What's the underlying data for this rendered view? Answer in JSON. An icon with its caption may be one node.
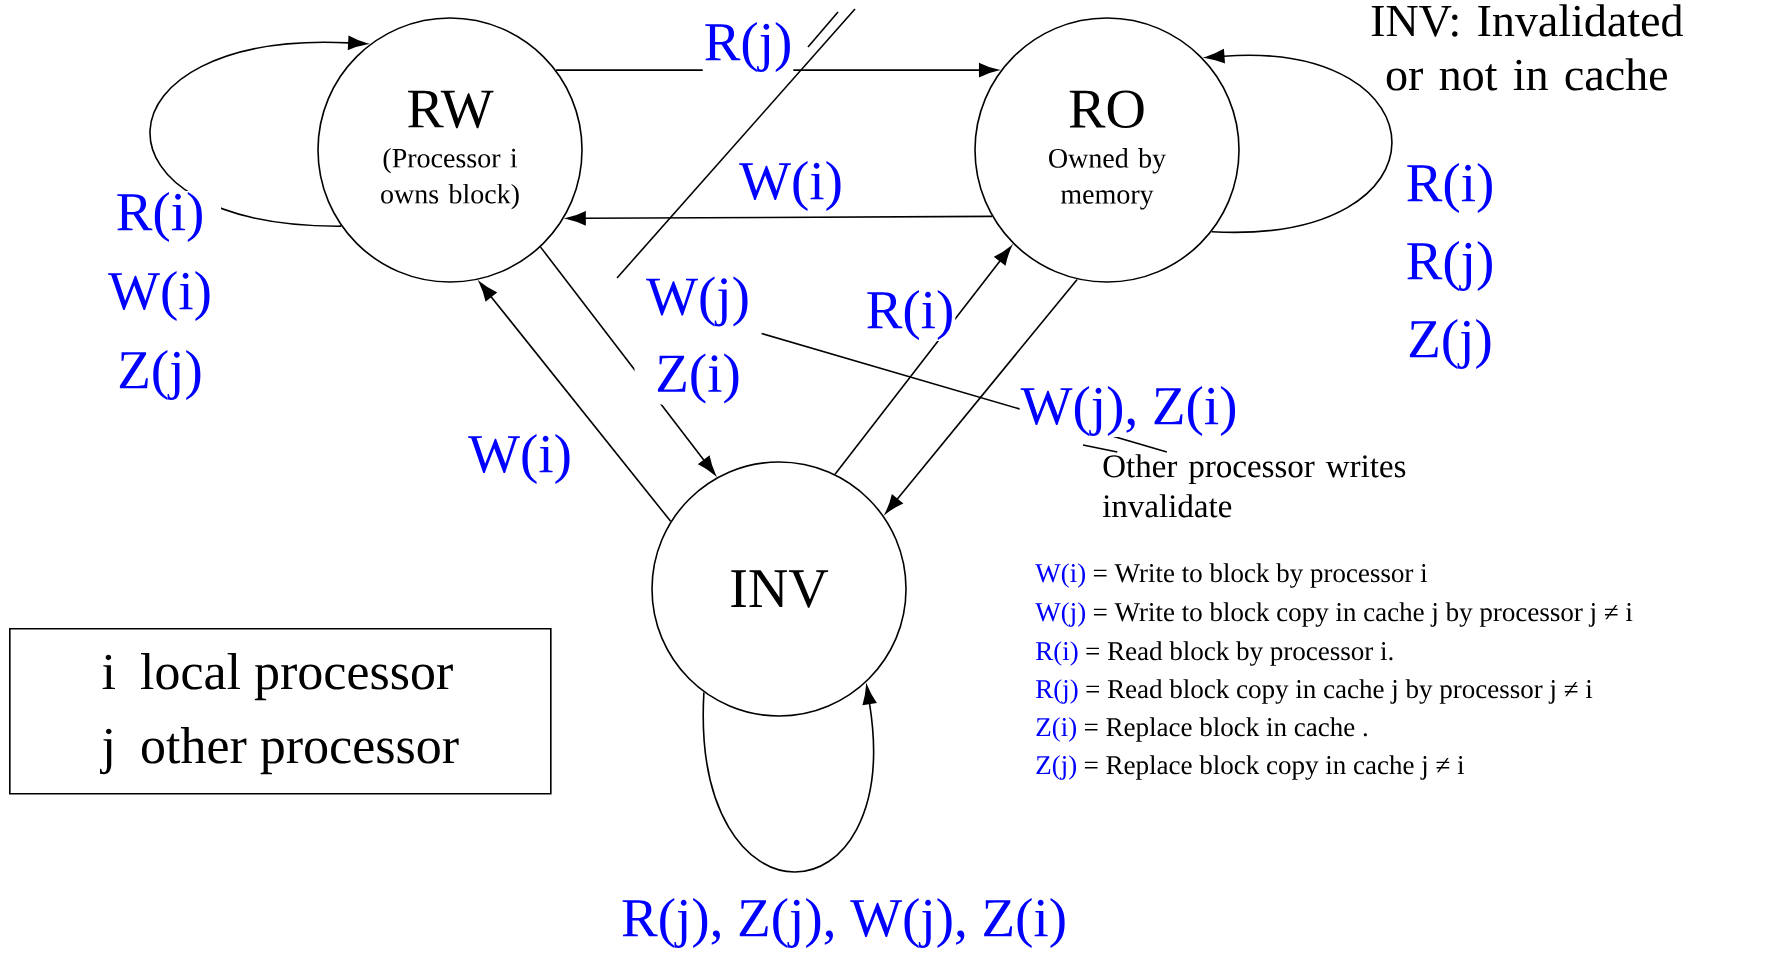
{
  "diagram": {
    "nodes": [
      {
        "text": [
          "RW",
          "(Processor i owns block)"
        ]
      },
      {
        "text": [
          "RO",
          "Owned by memory"
        ]
      },
      {
        "text": [
          "INV"
        ]
      },
      {
        "text": [
          "Other processor writes invalidate"
        ]
      },
      {
        "text": [
          "i",
          "local processor",
          "j",
          "other processor"
        ]
      }
    ],
    "edges": [
      {
        "from": 0,
        "to": 0,
        "arrow": "to",
        "label": "R(i) W(i) Z(j)"
      },
      {
        "from": 0,
        "to": 1,
        "arrow": "to",
        "label": "R(j)"
      },
      {
        "from": 1,
        "to": 0,
        "arrow": "to",
        "label": "W(i)"
      },
      {
        "from": 0,
        "to": 2,
        "arrow": "to",
        "label": "W(j) Z(i)"
      },
      {
        "from": 2,
        "to": 0,
        "arrow": "to",
        "label": "W(i)"
      },
      {
        "from": 2,
        "to": 1,
        "arrow": "to",
        "label": "R(i)"
      },
      {
        "from": 1,
        "to": 2,
        "arrow": "to",
        "label": "W(j), Z(i)"
      },
      {
        "from": 1,
        "to": 1,
        "arrow": "to",
        "label": "R(i) R(j) Z(j)"
      },
      {
        "from": 2,
        "to": 2,
        "arrow": "to",
        "label": "R(j), Z(j), W(j), Z(i)"
      },
      {
        "from": 3,
        "to": null,
        "arrow": "none"
      },
      {
        "from": 3,
        "to": null,
        "arrow": "none"
      }
    ],
    "labels": [
      "INV: Invalidated or not in cache",
      "W(i)",
      "= Write to block by processor i",
      "W(j)",
      "= Write to block copy in cache j by processor j ≠ i",
      "R(i)",
      "= Read block by processor i.",
      "R(j)",
      "= Read block copy in cache j by processor j ≠ i",
      "Z(i)",
      "= Replace block in cache .",
      "Z(j)",
      "= Replace block copy in cache j ≠ i"
    ]
  }
}
